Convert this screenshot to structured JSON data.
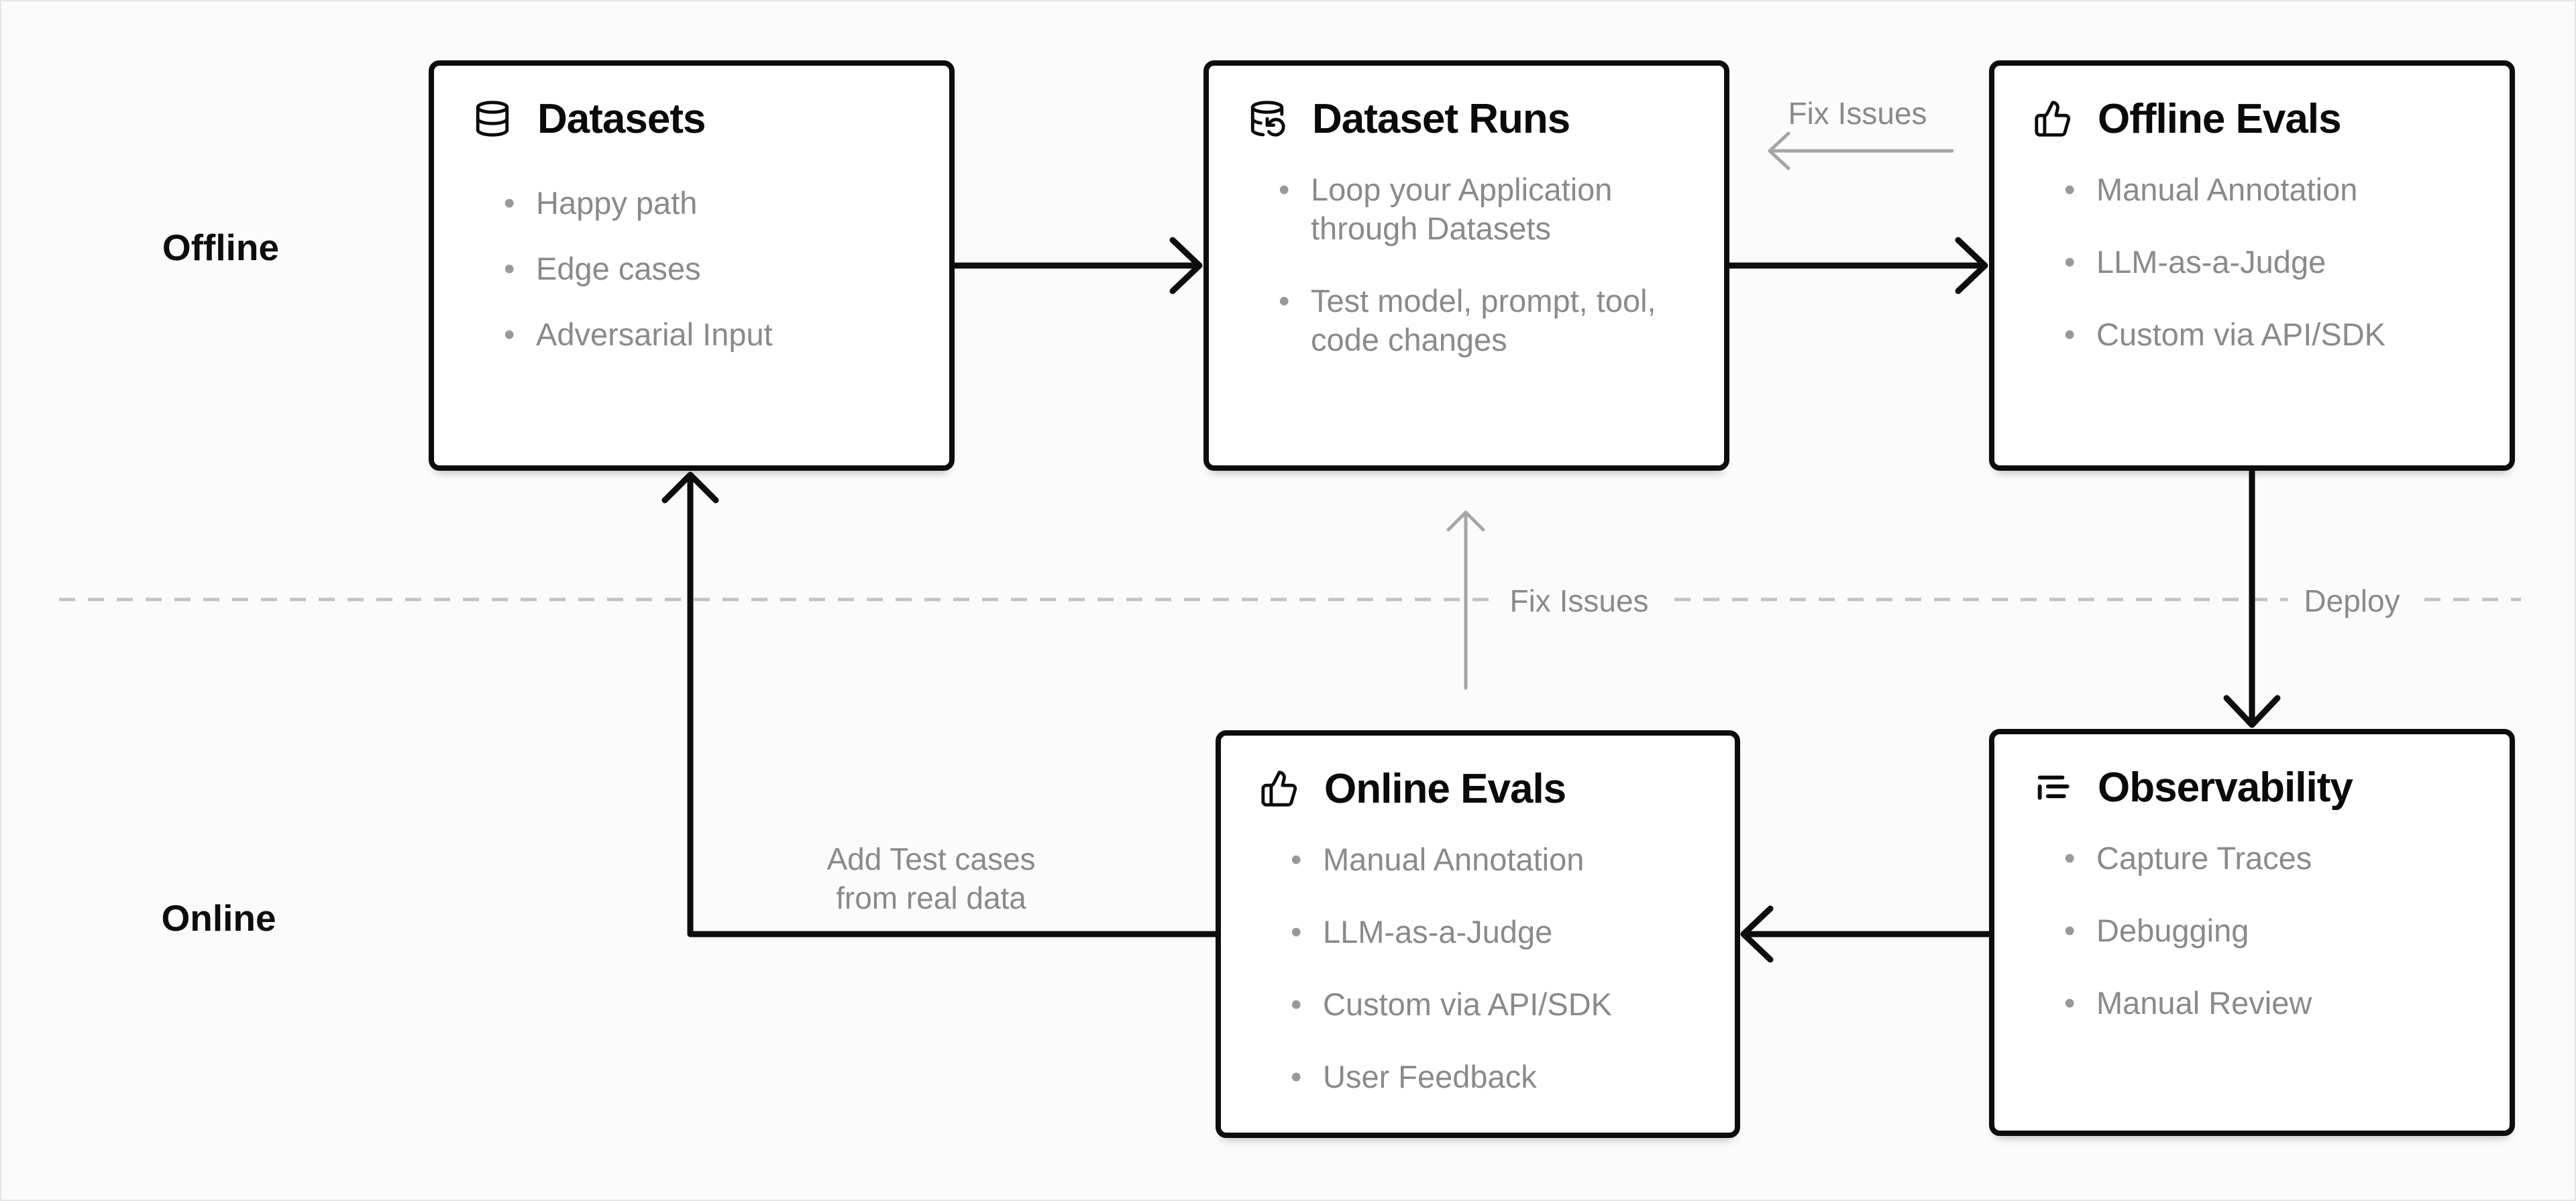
{
  "colors": {
    "page_background": "#fbfbfb",
    "box_background": "#ffffff",
    "box_border": "#0d0d0d",
    "muted_text": "#8a8a8a",
    "gray_arrow": "#a6a6a6",
    "dashed_divider": "#c3c3c3"
  },
  "lanes": {
    "offline": "Offline",
    "online": "Online"
  },
  "boxes": [
    {
      "id": "datasets",
      "icon": "database-icon",
      "title": "Datasets",
      "items": [
        "Happy path",
        "Edge cases",
        "Adversarial Input"
      ]
    },
    {
      "id": "dataset-runs",
      "icon": "database-refresh-icon",
      "title": "Dataset Runs",
      "items": [
        "Loop your Application through Datasets",
        "Test model, prompt, tool, code changes"
      ]
    },
    {
      "id": "offline-evals",
      "icon": "thumbs-up-icon",
      "title": "Offline Evals",
      "items": [
        "Manual Annotation",
        "LLM-as-a-Judge",
        "Custom via API/SDK"
      ]
    },
    {
      "id": "online-evals",
      "icon": "thumbs-up-icon",
      "title": "Online Evals",
      "items": [
        "Manual Annotation",
        "LLM-as-a-Judge",
        "Custom via API/SDK",
        "User Feedback"
      ]
    },
    {
      "id": "observability",
      "icon": "trace-list-icon",
      "title": "Observability",
      "items": [
        "Capture Traces",
        "Debugging",
        "Manual Review"
      ]
    }
  ],
  "edge_labels": {
    "fix_issues_top": "Fix Issues",
    "fix_issues_middle": "Fix Issues",
    "deploy": "Deploy",
    "add_test_cases": [
      "Add Test cases",
      "from real data"
    ]
  }
}
